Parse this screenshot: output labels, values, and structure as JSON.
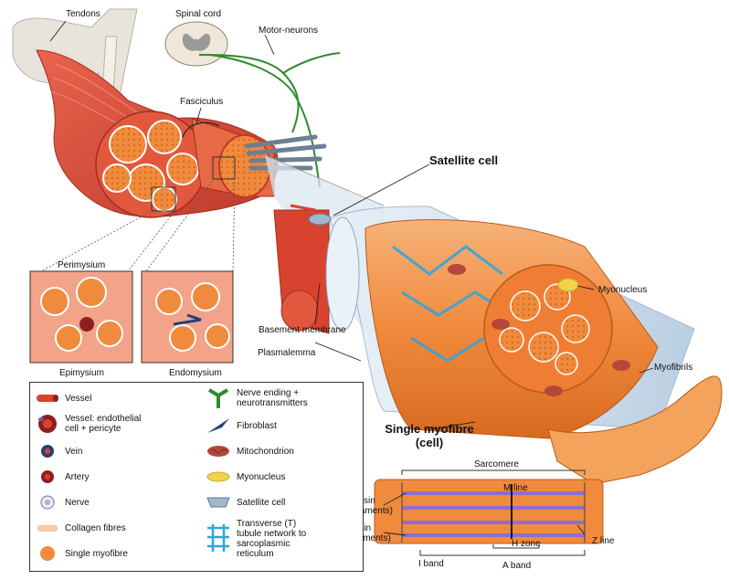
{
  "labels": {
    "tendons": "Tendons",
    "spinal_cord": "Spinal cord",
    "motor_neurons": "Motor-neurons",
    "fasciculus": "Fasciculus",
    "satellite_cell": "Satellite cell",
    "perimysium": "Perimysium",
    "epimysium": "Epimysium",
    "endomysium": "Endomysium",
    "basement_membrane": "Basement membrane",
    "plasmalemma": "Plasmalemma",
    "myonucleus": "Myonucleus",
    "myofibrils": "Myofibrils",
    "single_myofibre_line1": "Single myofibre",
    "single_myofibre_line2": "(cell)",
    "sarcomere": "Sarcomere",
    "m_line": "M line",
    "myosin_line1": "Myosin",
    "myosin_line2": "(thick filaments)",
    "actin_line1": "Actin",
    "actin_line2": "(thin filaments)",
    "h_zone": "H zone",
    "z_line": "Z line",
    "i_band": "I band",
    "a_band": "A band"
  },
  "legend": {
    "left": [
      {
        "icon": "vessel-icon",
        "text": "Vessel"
      },
      {
        "icon": "vessel-endothelial-icon",
        "text": "Vessel: endothelial\ncell + pericyte"
      },
      {
        "icon": "vein-icon",
        "text": "Vein"
      },
      {
        "icon": "artery-icon",
        "text": "Artery"
      },
      {
        "icon": "nerve-icon",
        "text": "Nerve"
      },
      {
        "icon": "collagen-fibres-icon",
        "text": "Collagen fibres"
      },
      {
        "icon": "single-myofibre-icon",
        "text": "Single myofibre"
      }
    ],
    "right": [
      {
        "icon": "nerve-ending-icon",
        "text": "Nerve ending +\nneurotransmitters"
      },
      {
        "icon": "fibroblast-icon",
        "text": "Fibroblast"
      },
      {
        "icon": "mitochondrion-icon",
        "text": "Mitochondrion"
      },
      {
        "icon": "myonucleus-icon",
        "text": "Myonucleus"
      },
      {
        "icon": "satellite-cell-icon",
        "text": "Satellite cell"
      },
      {
        "icon": "t-tubule-network-icon",
        "text": "Transverse (T)\ntubule network to\nsarcoplasmic\nreticulum"
      }
    ]
  },
  "colors": {
    "muscle_red": "#d8432f",
    "myofibre_orange": "#f08a3c",
    "myofibre_light": "#f6b27a",
    "nerve_green": "#2e8b2e",
    "t_tubule_blue": "#2fa6df",
    "fibroblast_navy": "#2a3f7a",
    "membrane_blue": "#c9dcec",
    "myonucleus_yellow": "#f2d24a",
    "mitochondrion_brown": "#b5473a"
  }
}
